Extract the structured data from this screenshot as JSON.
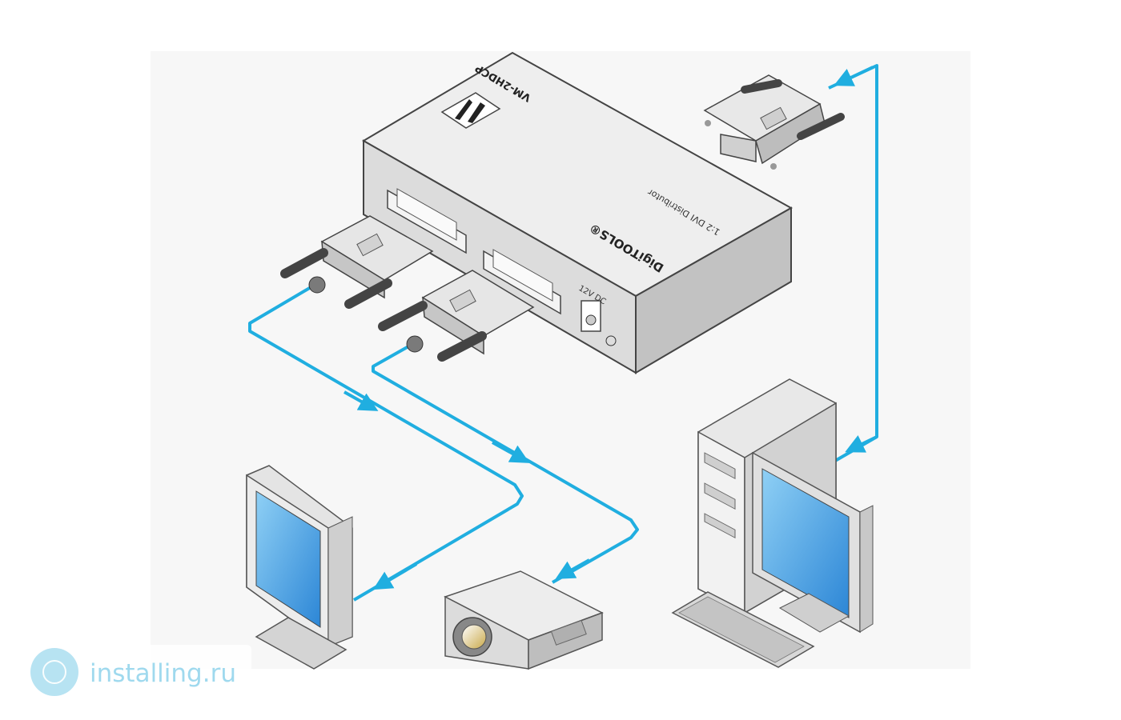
{
  "device": {
    "brand_label": "DigiTOOLS®",
    "model_label": "VM-2HDCP",
    "subtitle_label": "1:2 DVI Distributor",
    "power_label": "12V DC"
  },
  "watermark": {
    "text": "installing.ru"
  },
  "colors": {
    "cable": "#20aee0",
    "device_body": "#e6e6e6",
    "screen": "#4aa3e4",
    "watermark": "#9fd9ee"
  },
  "icons": {
    "source_pc": "desktop-computer-icon",
    "display_monitor": "crt-monitor-icon",
    "projector": "projector-icon",
    "cable_connector": "dvi-connector-icon"
  }
}
